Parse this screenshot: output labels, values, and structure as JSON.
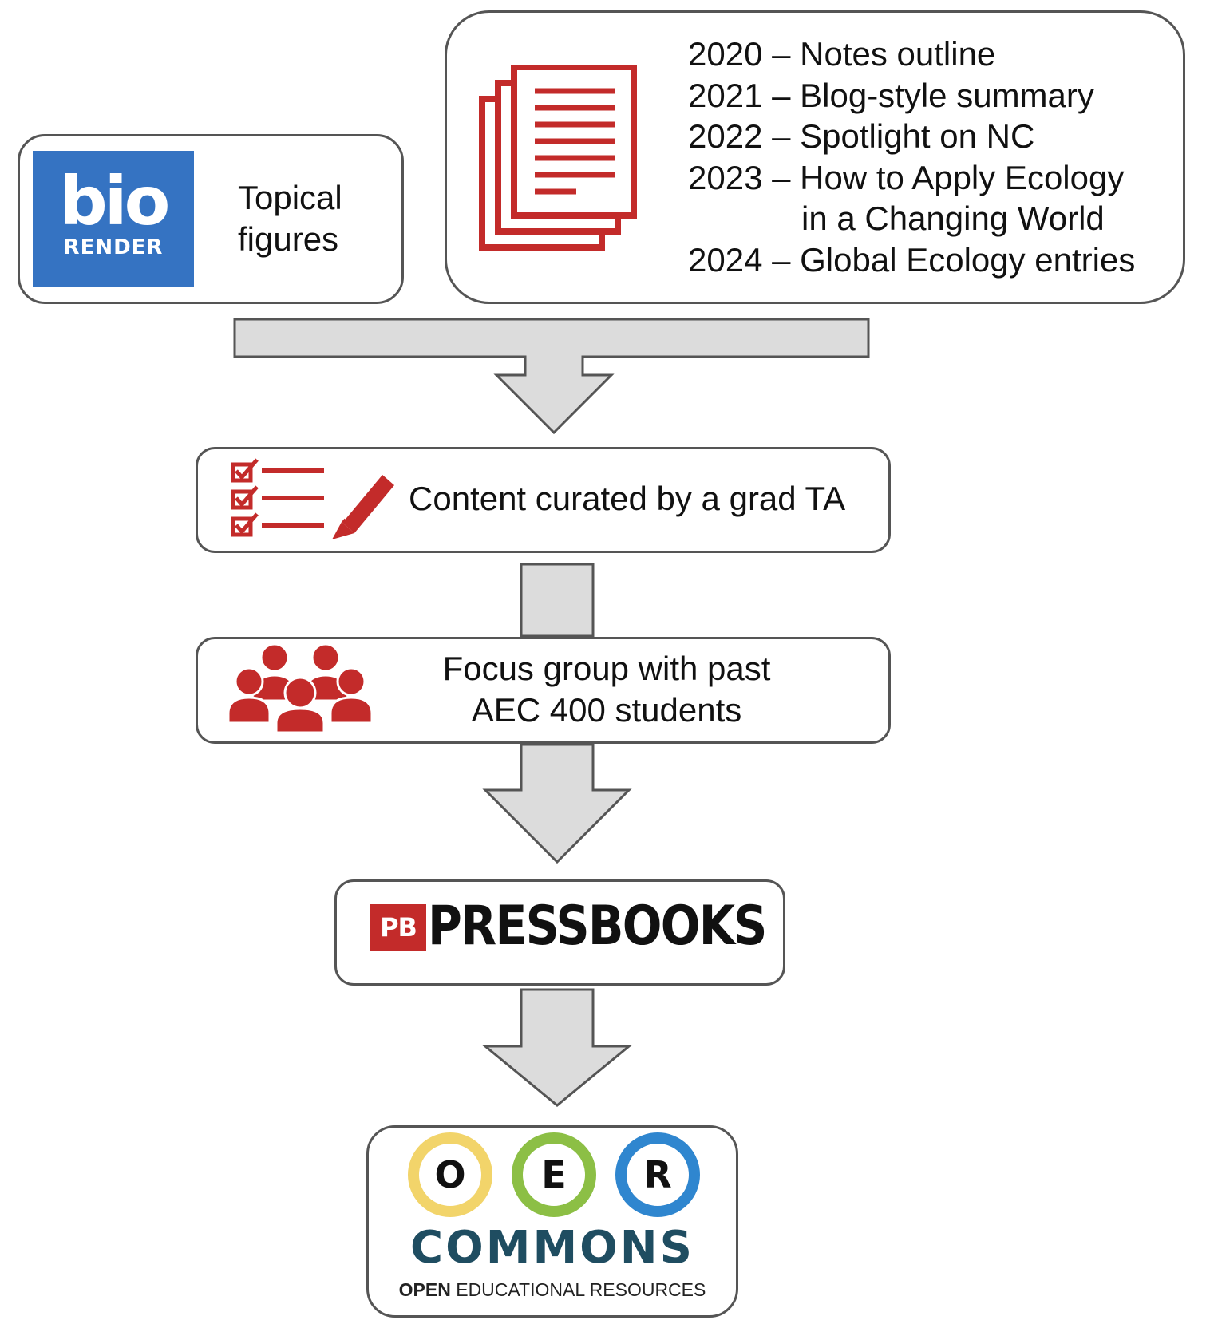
{
  "colors": {
    "icon_red": "#c32b2a",
    "arrow_fill": "#dcdcdc",
    "arrow_stroke": "#555555",
    "biorender_blue": "#3573c2",
    "oer_yellow": "#f2d46a",
    "oer_green": "#8cbf45",
    "oer_blue": "#2f86cf",
    "commons_teal": "#1f4d61"
  },
  "biorender": {
    "logo_top": "bio",
    "logo_bottom": "RENDER",
    "label_line1": "Topical",
    "label_line2": "figures"
  },
  "sources": {
    "icon": "document-stack-icon",
    "entries": [
      "2020 – Notes outline",
      "2021 – Blog-style summary",
      "2022 – Spotlight on NC",
      "2023 – How to Apply Ecology",
      "in a Changing World",
      "2024 – Global Ecology entries"
    ]
  },
  "curation": {
    "icon": "checklist-pencil-icon",
    "label": "Content curated by a grad TA"
  },
  "focus_group": {
    "icon": "people-group-icon",
    "label_line1": "Focus group with past",
    "label_line2": "AEC 400 students"
  },
  "pressbooks": {
    "badge": "PB",
    "wordmark": "PRESSBOOKS"
  },
  "oer": {
    "ring_letters": [
      "O",
      "E",
      "R"
    ],
    "wordmark": "COMMONS",
    "tagline_bold": "OPEN",
    "tagline_rest": " EDUCATIONAL RESOURCES"
  }
}
